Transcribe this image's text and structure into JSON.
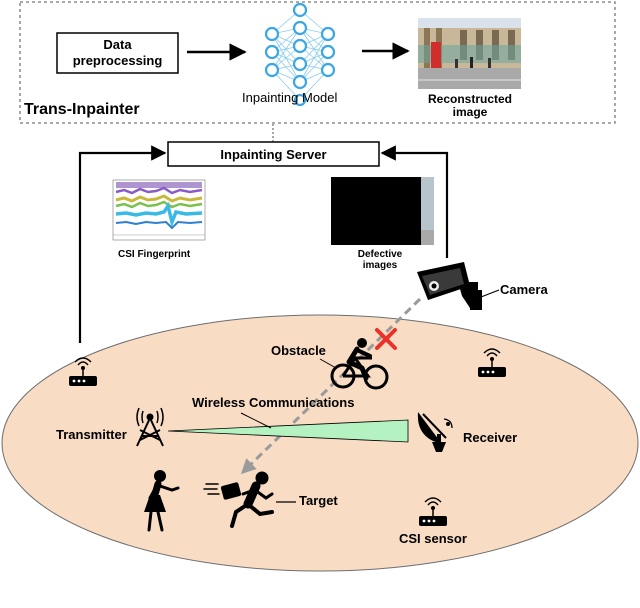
{
  "trans_inpainter": {
    "title": "Trans-Inpainter",
    "data_preprocessing": "Data\npreprocessing",
    "model_label": "Inpainting Model",
    "reconstructed_label": "Reconstructed\nimage"
  },
  "server": {
    "label": "Inpainting Server"
  },
  "csi_fingerprint": {
    "label": "CSI Fingerprint"
  },
  "defective": {
    "label": "Defective\nimages"
  },
  "camera": {
    "label": "Camera"
  },
  "obstacle": {
    "label": "Obstacle"
  },
  "wireless": {
    "label": "Wireless Communications"
  },
  "transmitter": {
    "label": "Transmitter"
  },
  "receiver": {
    "label": "Receiver"
  },
  "target": {
    "label": "Target"
  },
  "csi_sensor": {
    "label": "CSI sensor"
  },
  "colors": {
    "ellipse_fill": "#f8dcc4",
    "beam_fill": "#b5f2c2",
    "blocked_x": "#e8332a",
    "nn_node": "#3aa6e3"
  }
}
